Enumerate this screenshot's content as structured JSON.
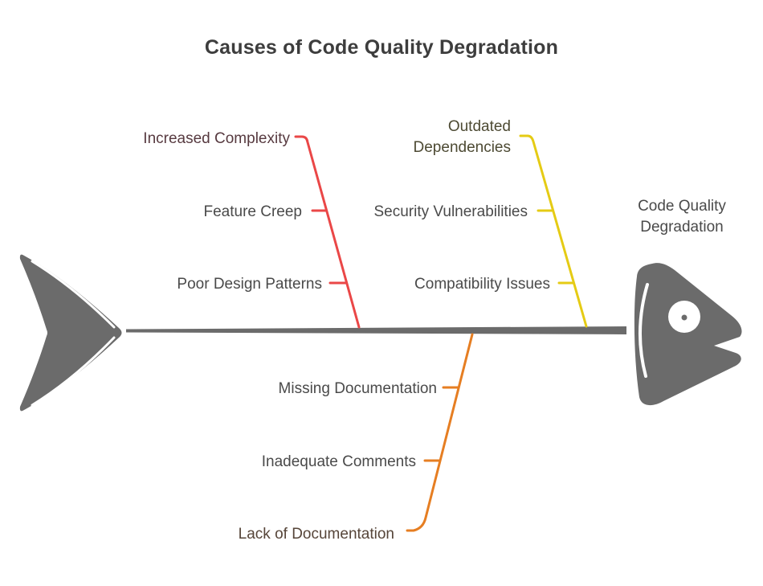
{
  "title": "Causes of Code Quality Degradation",
  "diagram": {
    "type": "fishbone",
    "effect": {
      "label": "Code Quality Degradation"
    },
    "colors": {
      "fish": "#6b6b6b",
      "spine": "#6b6b6b",
      "text": "#4a4a4a",
      "title_text": "#3d3d3d",
      "highlight": "#ffffff"
    },
    "branches": [
      {
        "position": "top-left",
        "line_color": "#ea4747",
        "head_cause": {
          "label": "Increased Complexity",
          "text_color": "#573a40"
        },
        "causes": [
          "Feature Creep",
          "Poor Design Patterns"
        ]
      },
      {
        "position": "top-right",
        "line_color": "#e5cb14",
        "head_cause": {
          "label": "Outdated Dependencies",
          "text_color": "#4d4a33"
        },
        "causes": [
          "Security Vulnerabilities",
          "Compatibility Issues"
        ]
      },
      {
        "position": "bottom",
        "line_color": "#e67e22",
        "head_cause": {
          "label": "Lack of Documentation",
          "text_color": "#564539"
        },
        "causes": [
          "Missing Documentation",
          "Inadequate Comments"
        ]
      }
    ]
  }
}
